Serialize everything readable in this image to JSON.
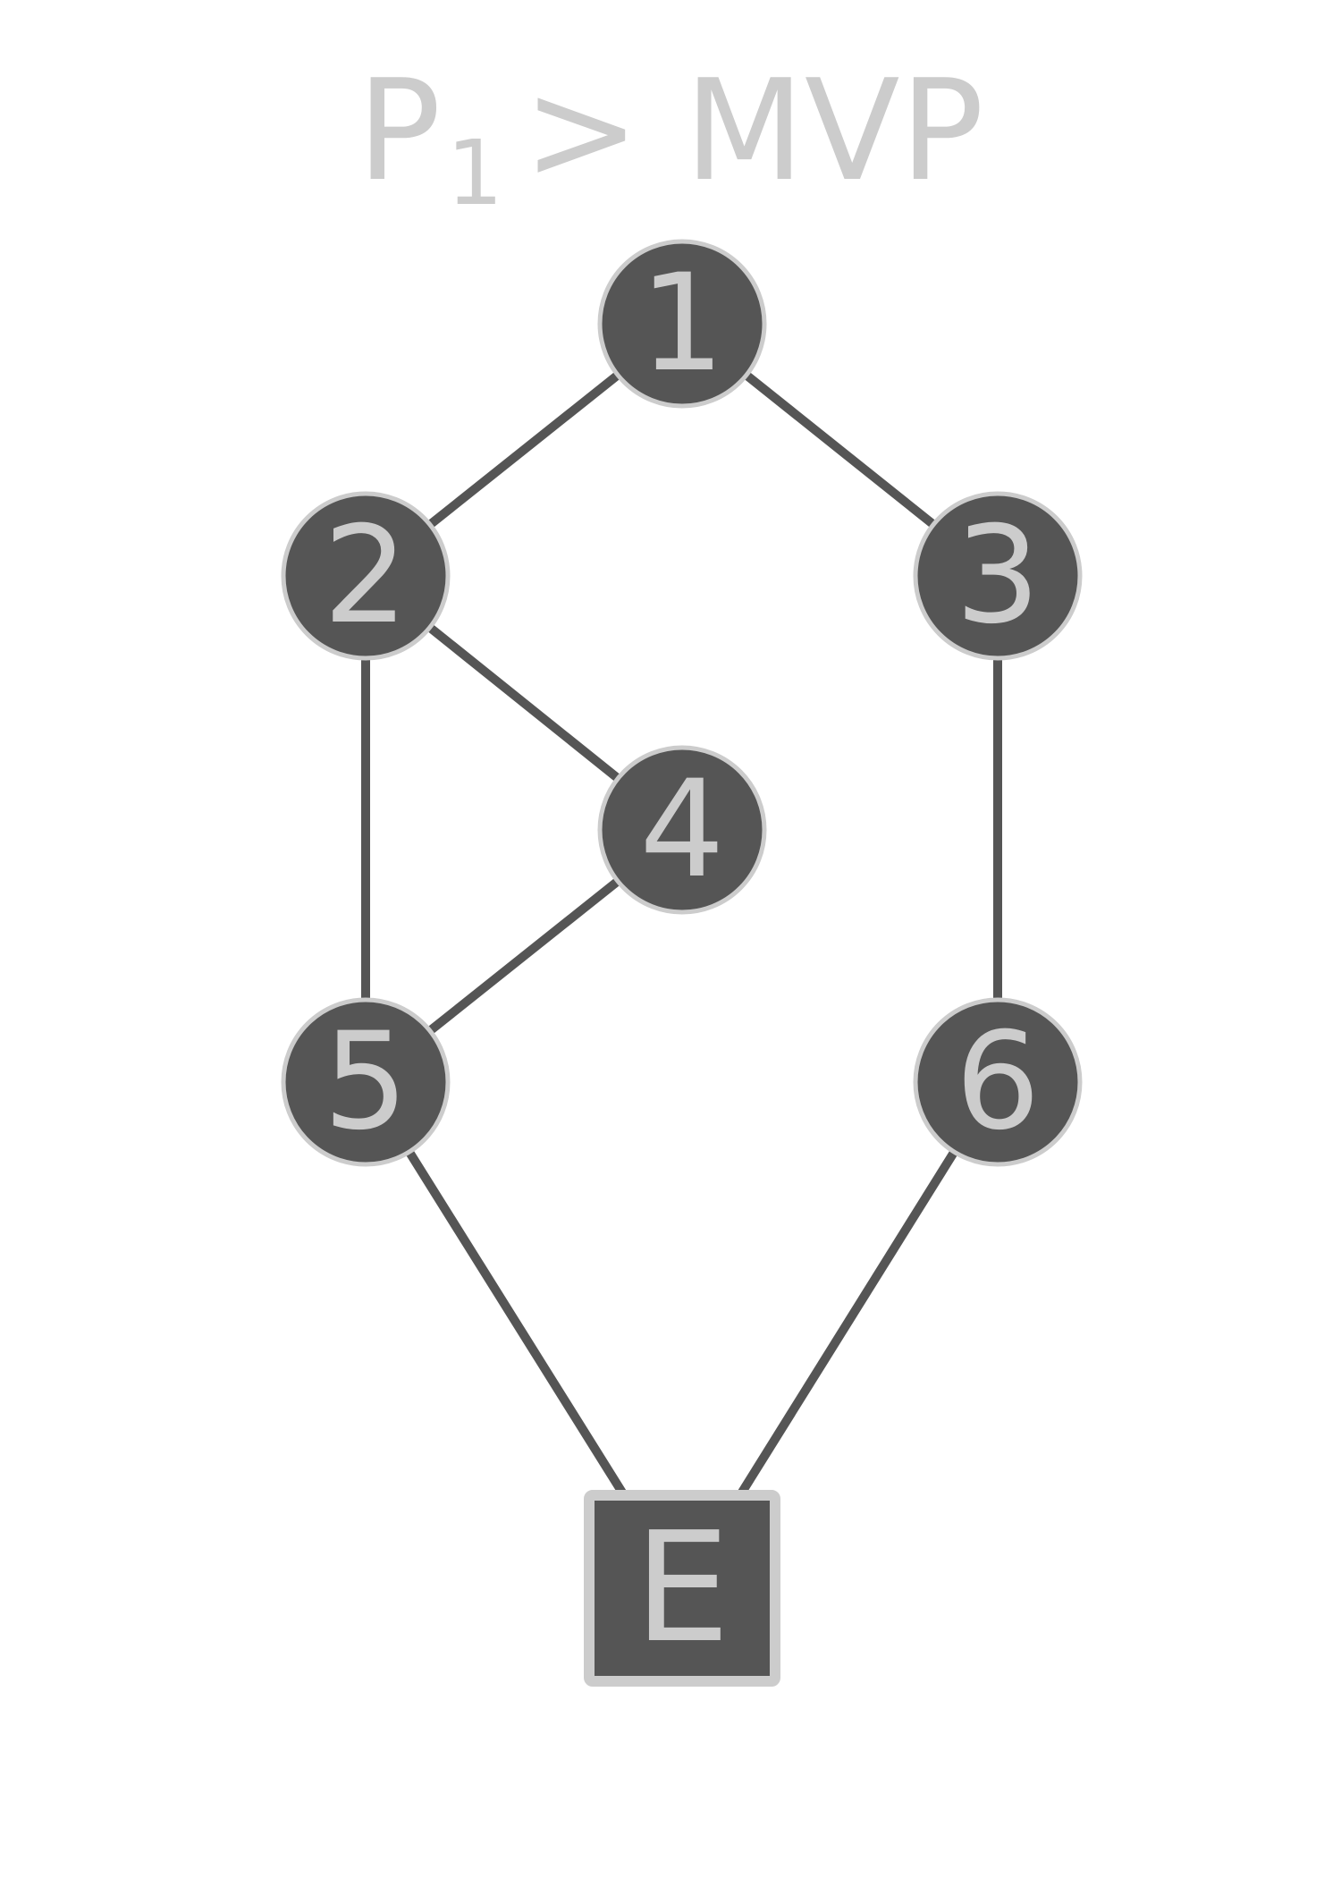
{
  "title": {
    "main": "P",
    "subscript": "1",
    "rest": "> MVP"
  },
  "colors": {
    "node_fill": "#555555",
    "node_stroke": "#cccccc",
    "edge": "#555555",
    "label": "#cccccc",
    "title": "#cccccc",
    "background": "#ffffff"
  },
  "nodes": [
    {
      "id": "1",
      "label": "1",
      "shape": "circle"
    },
    {
      "id": "2",
      "label": "2",
      "shape": "circle"
    },
    {
      "id": "3",
      "label": "3",
      "shape": "circle"
    },
    {
      "id": "4",
      "label": "4",
      "shape": "circle"
    },
    {
      "id": "5",
      "label": "5",
      "shape": "circle"
    },
    {
      "id": "6",
      "label": "6",
      "shape": "circle"
    },
    {
      "id": "E",
      "label": "E",
      "shape": "square"
    }
  ],
  "edges": [
    {
      "from": "1",
      "to": "2"
    },
    {
      "from": "1",
      "to": "3"
    },
    {
      "from": "2",
      "to": "4"
    },
    {
      "from": "2",
      "to": "5"
    },
    {
      "from": "4",
      "to": "5"
    },
    {
      "from": "3",
      "to": "6"
    },
    {
      "from": "5",
      "to": "E"
    },
    {
      "from": "6",
      "to": "E"
    }
  ]
}
